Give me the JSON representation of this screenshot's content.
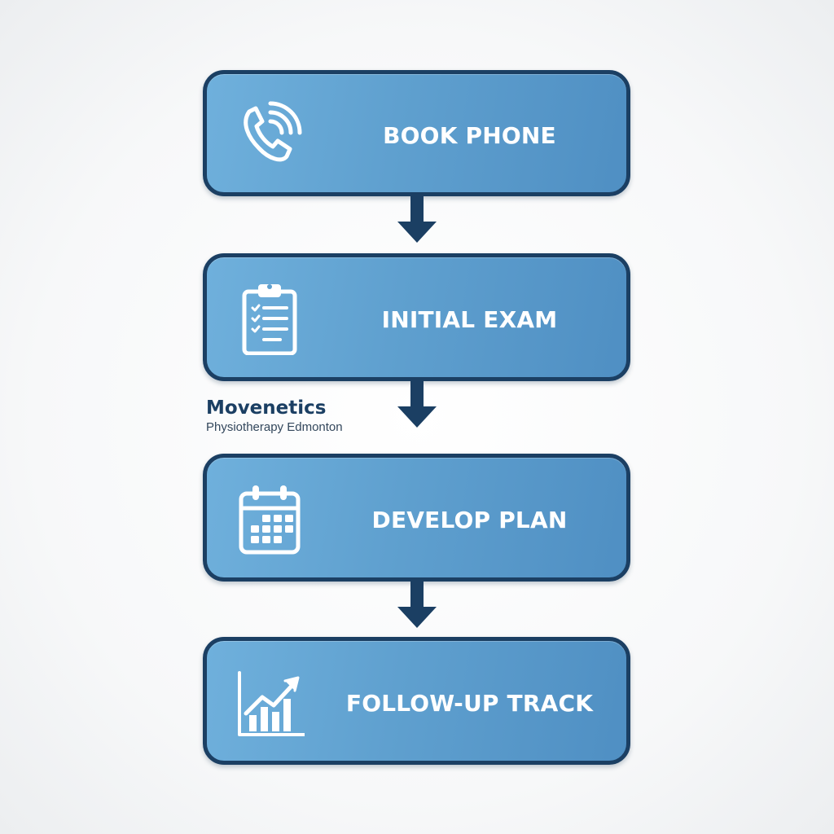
{
  "flow": {
    "steps": [
      {
        "label": "BOOK PHONE",
        "icon": "phone-icon"
      },
      {
        "label": "INITIAL EXAM",
        "icon": "clipboard-checklist-icon"
      },
      {
        "label": "DEVELOP PLAN",
        "icon": "calendar-icon"
      },
      {
        "label": "FOLLOW-UP TRACK",
        "icon": "growth-chart-icon"
      }
    ],
    "connector_icon": "down-arrow-icon"
  },
  "brand": {
    "name": "Movenetics",
    "subtitle": "Physiotherapy Edmonton"
  },
  "colors": {
    "box_fill": "#5fa0cf",
    "box_border": "#1b3f63",
    "arrow": "#1b3f63",
    "label_text": "#ffffff",
    "background": "#f4f5f6"
  }
}
